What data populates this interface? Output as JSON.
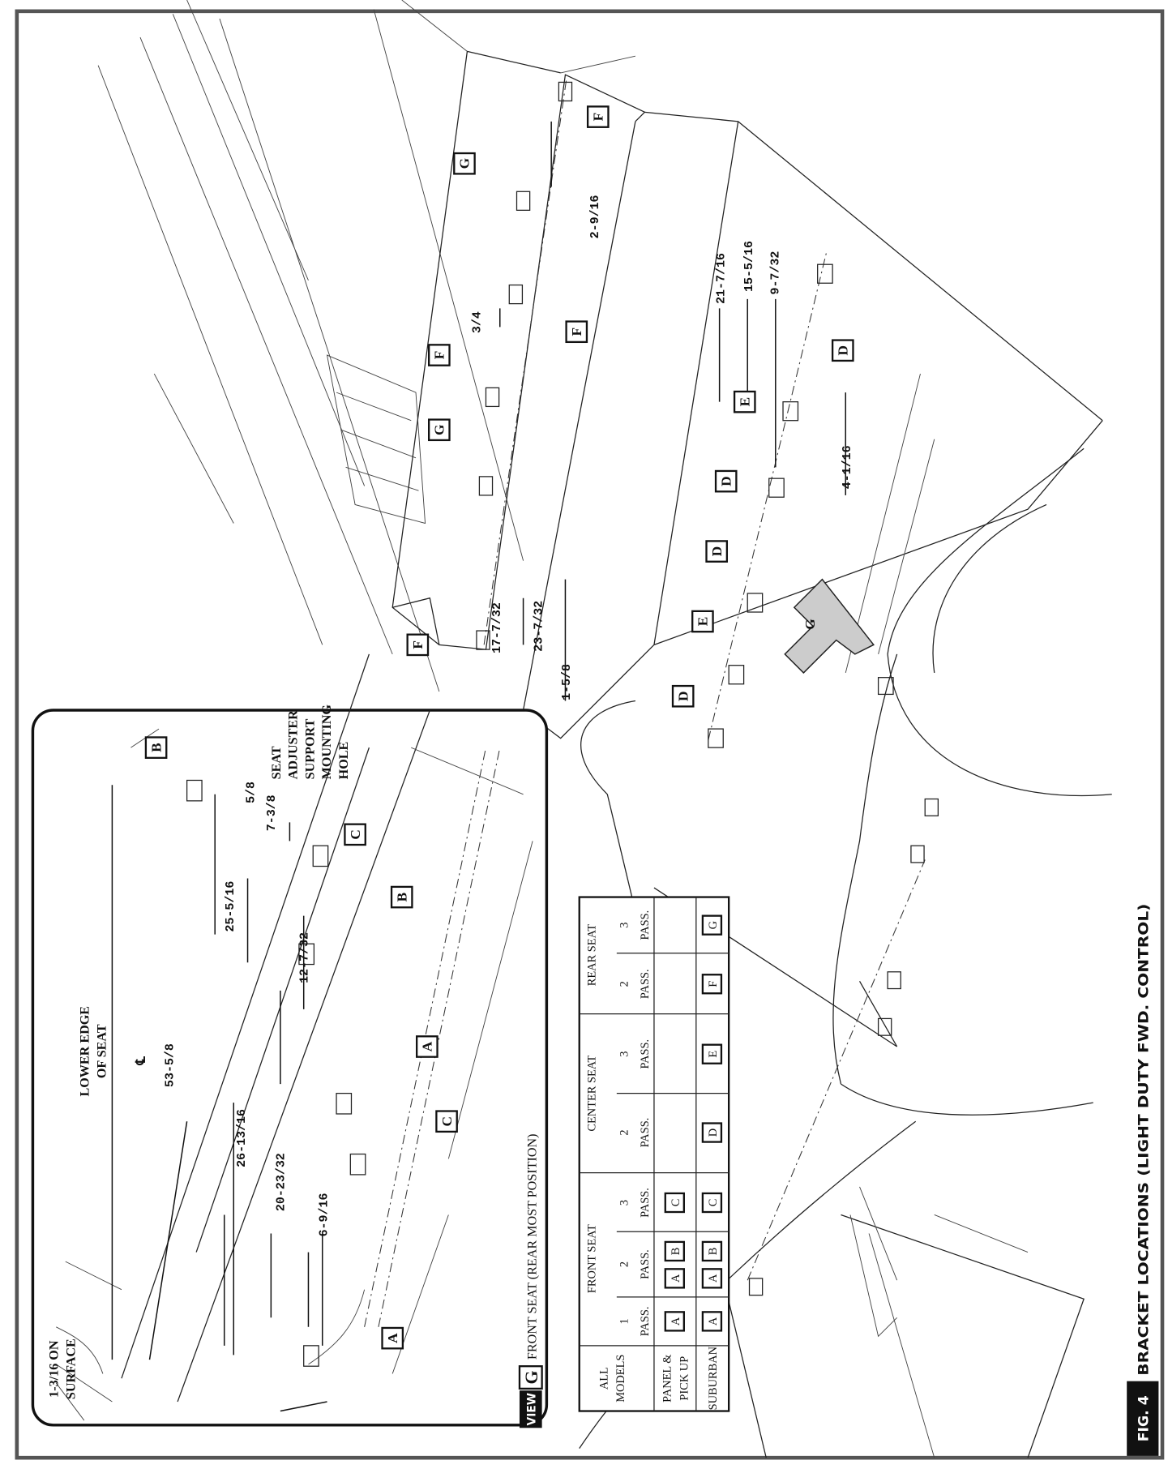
{
  "figure": {
    "fig_label": "FIG. 4",
    "caption": "BRACKET LOCATIONS (LIGHT DUTY FWD. CONTROL)"
  },
  "view": {
    "view_label": "VIEW",
    "view_letter": "G",
    "title": "FRONT SEAT (REAR MOST POSITION)"
  },
  "inset": {
    "surface_note": [
      "1-3/16 ON",
      "SURFACE"
    ],
    "lower_edge_note": [
      "LOWER EDGE",
      "OF SEAT"
    ],
    "adjuster_note": [
      "SEAT",
      "ADJUSTER",
      "SUPPORT",
      "MOUNTING",
      "HOLE"
    ],
    "centerline_symbol": "℄",
    "dimensions": [
      "53-5/8",
      "25-5/16",
      "26-13/16",
      "20-23/32",
      "12-7/32",
      "6-9/16",
      "7-3/8",
      "5/8"
    ],
    "brackets": [
      "B",
      "C",
      "B",
      "A",
      "C",
      "A"
    ]
  },
  "main": {
    "dimensions": [
      "2-9/16",
      "3/4",
      "17-7/32",
      "23-7/32",
      "1-5/8",
      "21-7/16",
      "15-5/16",
      "9-7/32",
      "4-1/16"
    ],
    "brackets": [
      "F",
      "G",
      "F",
      "F",
      "G",
      "F",
      "D",
      "E",
      "D",
      "D",
      "E",
      "D"
    ],
    "view_arrow_letter": "G"
  },
  "table": {
    "corner": [
      "ALL",
      "MODELS"
    ],
    "groups": [
      "FRONT SEAT",
      "CENTER SEAT",
      "REAR SEAT"
    ],
    "sub_headers": [
      {
        "num": "1",
        "pass": "PASS."
      },
      {
        "num": "2",
        "pass": "PASS."
      },
      {
        "num": "3",
        "pass": "PASS."
      },
      {
        "num": "2",
        "pass": "PASS."
      },
      {
        "num": "3",
        "pass": "PASS."
      },
      {
        "num": "2",
        "pass": "PASS."
      },
      {
        "num": "3",
        "pass": "PASS."
      }
    ],
    "rows": [
      {
        "model": [
          "PANEL &",
          "PICK UP"
        ],
        "cells": [
          [
            "A"
          ],
          [
            "A",
            "B"
          ],
          [
            "C"
          ],
          [],
          [],
          [],
          []
        ]
      },
      {
        "model": [
          "SUBURBAN"
        ],
        "cells": [
          [
            "A"
          ],
          [
            "A",
            "B"
          ],
          [
            "C"
          ],
          [
            "D"
          ],
          [
            "E"
          ],
          [
            "F"
          ],
          [
            "G"
          ]
        ]
      }
    ]
  }
}
